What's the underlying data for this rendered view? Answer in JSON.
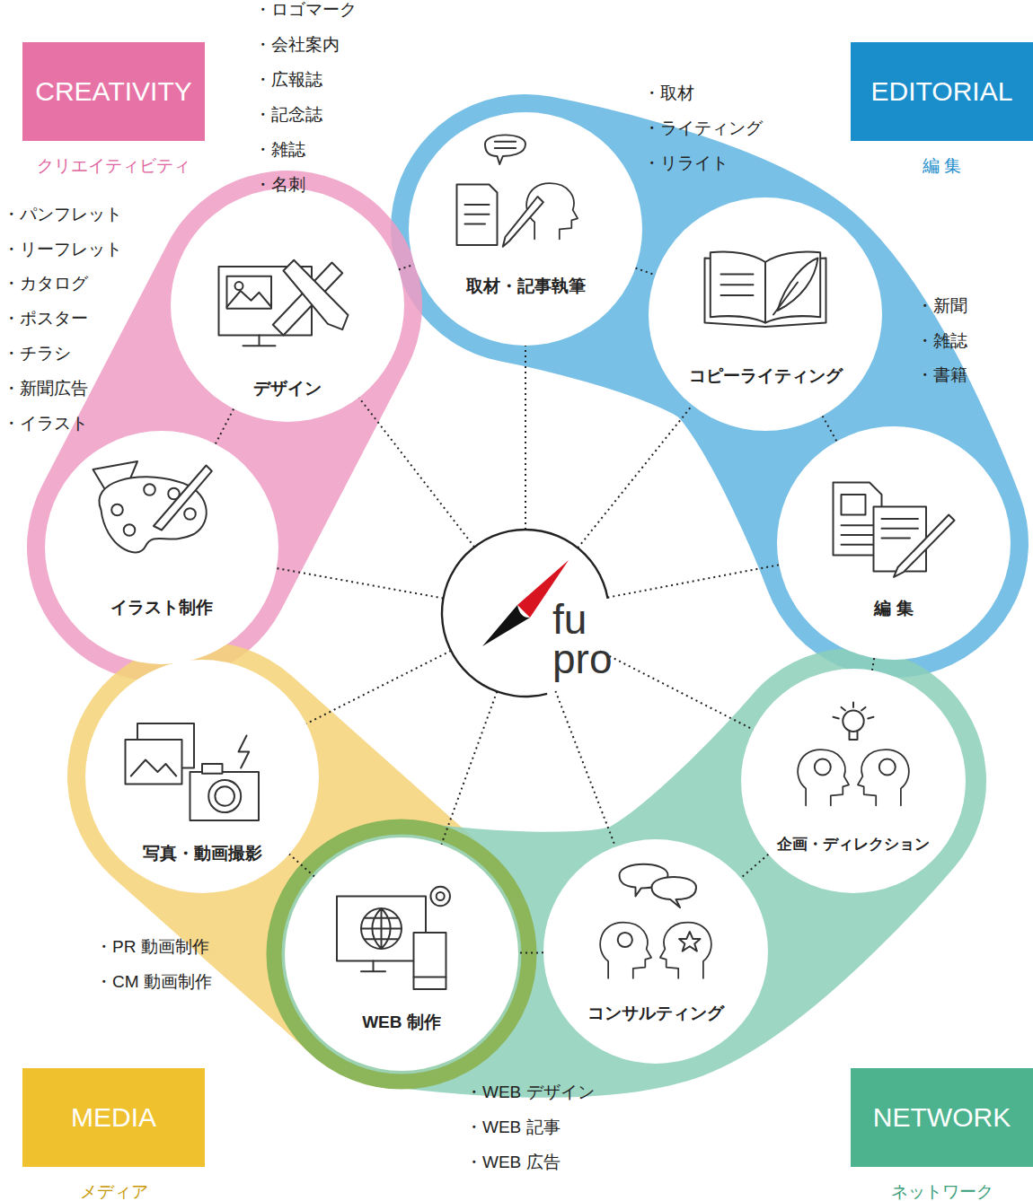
{
  "diagram": {
    "nodes": [
      {
        "text": [
          "CREATIVITY",
          "クリエイティビティ"
        ]
      },
      {
        "text": [
          "EDITORIAL",
          "編 集"
        ]
      },
      {
        "text": [
          "デザイン"
        ]
      },
      {
        "text": [
          "取材・記事執筆"
        ]
      },
      {
        "text": [
          "コピーライティング"
        ]
      },
      {
        "text": [
          "イラスト制作"
        ]
      },
      {
        "text": [
          "fu pro"
        ]
      },
      {
        "text": [
          "編 集"
        ]
      },
      {
        "text": [
          "写真・動画撮影"
        ]
      },
      {
        "text": [
          "企画・ディレクション"
        ]
      },
      {
        "text": [
          "WEB 制作"
        ]
      },
      {
        "text": [
          "コンサルティング"
        ]
      },
      {
        "text": [
          "MEDIA",
          "メディア"
        ]
      },
      {
        "text": [
          "NETWORK",
          "ネットワーク"
        ]
      }
    ],
    "edges": [
      {
        "from": 6,
        "to": 2,
        "arrow": "none"
      },
      {
        "from": 6,
        "to": 3,
        "arrow": "none"
      },
      {
        "from": 6,
        "to": 4,
        "arrow": "none"
      },
      {
        "from": 6,
        "to": 7,
        "arrow": "none"
      },
      {
        "from": 6,
        "to": 9,
        "arrow": "none"
      },
      {
        "from": 6,
        "to": 11,
        "arrow": "none"
      },
      {
        "from": 6,
        "to": 10,
        "arrow": "none"
      },
      {
        "from": 6,
        "to": 8,
        "arrow": "none"
      },
      {
        "from": 6,
        "to": 5,
        "arrow": "none"
      },
      {
        "from": 2,
        "to": 3,
        "arrow": "none"
      },
      {
        "from": 3,
        "to": 4,
        "arrow": "none"
      },
      {
        "from": 4,
        "to": 7,
        "arrow": "none"
      },
      {
        "from": 7,
        "to": 9,
        "arrow": "none"
      },
      {
        "from": 9,
        "to": 11,
        "arrow": "none"
      },
      {
        "from": 11,
        "to": 10,
        "arrow": "none"
      },
      {
        "from": 10,
        "to": 8,
        "arrow": "none"
      },
      {
        "from": 8,
        "to": 5,
        "arrow": "none"
      },
      {
        "from": 5,
        "to": 2,
        "arrow": "none"
      }
    ],
    "labels": [
      "・ロゴマーク",
      "・会社案内",
      "・広報誌",
      "・記念誌",
      "・雑誌",
      "・名刺",
      "・パンフレット",
      "・リーフレット",
      "・カタログ",
      "・ポスター",
      "・チラシ",
      "・新聞広告",
      "・イラスト",
      "・取材",
      "・ライティング",
      "・リライト",
      "・新聞",
      "・雑誌",
      "・書籍",
      "・PR 動画制作",
      "・CM 動画制作",
      "・WEB デザイン",
      "・WEB 記事",
      "・WEB 広告"
    ]
  }
}
